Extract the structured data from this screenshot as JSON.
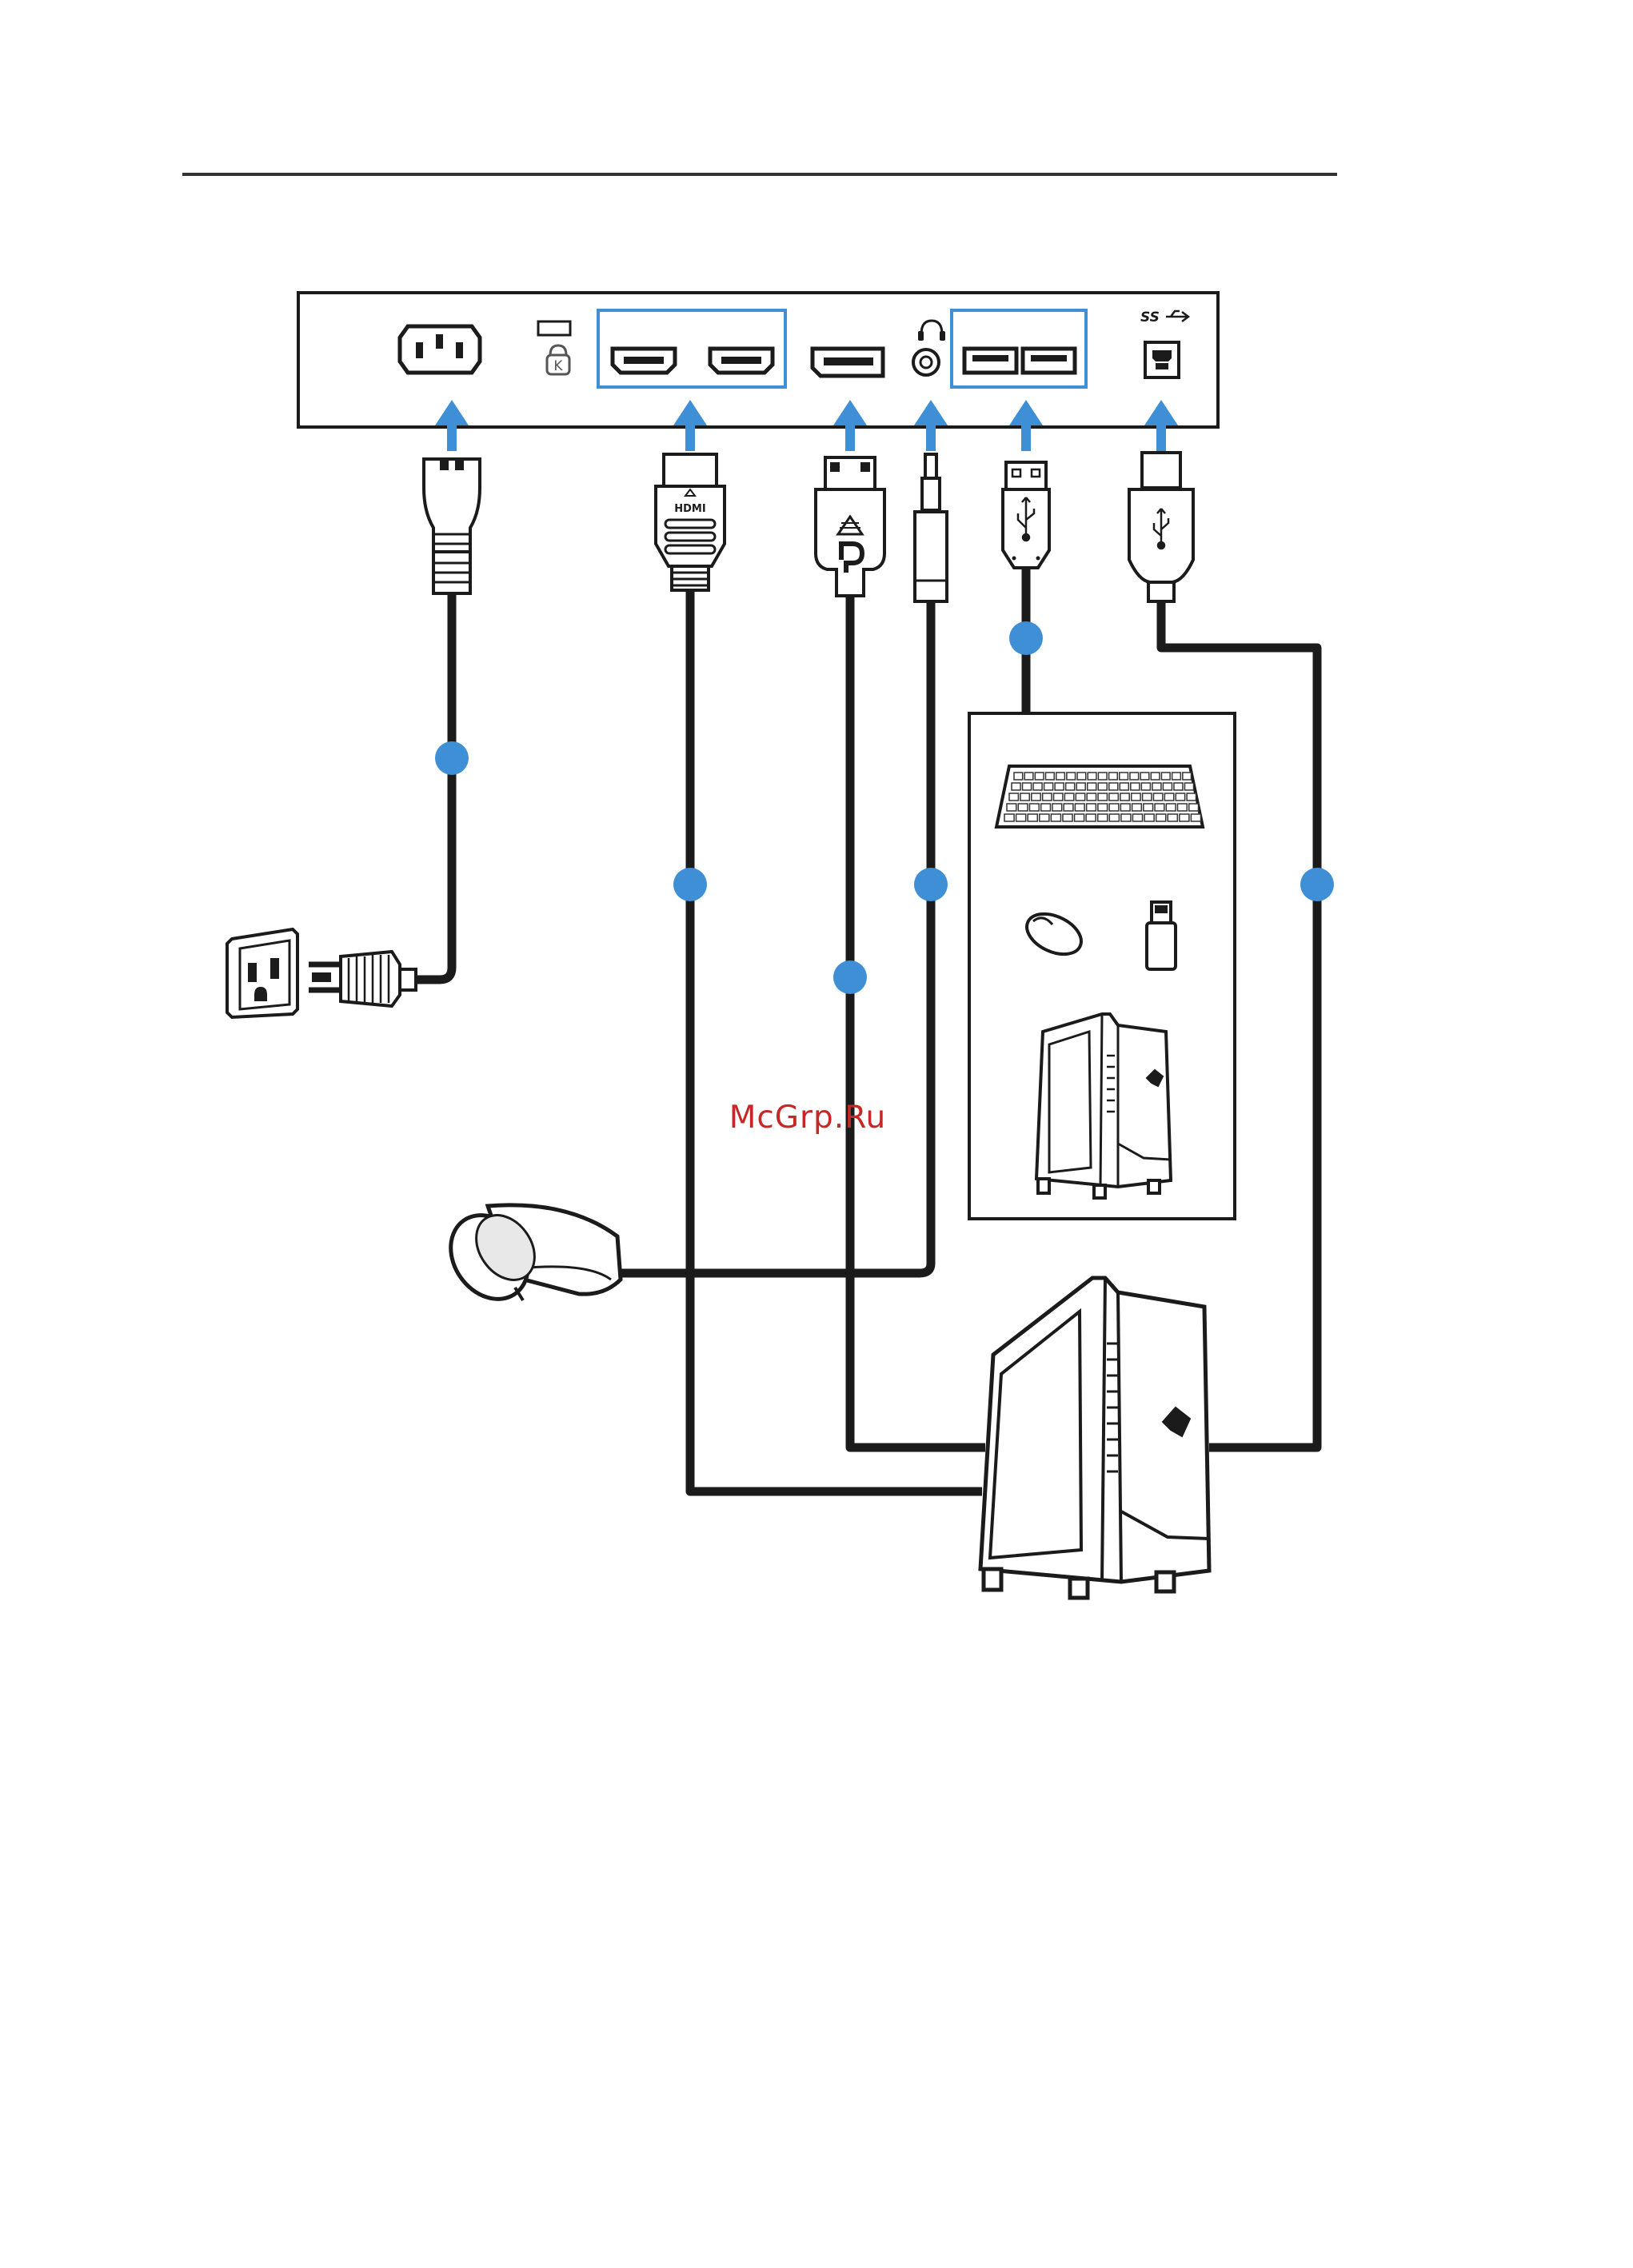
{
  "ports": {
    "power": "power-port",
    "kensington": "kensington-lock",
    "hdmi": [
      "hdmi-port-1",
      "hdmi-port-2"
    ],
    "displayport": "displayport-port",
    "audio": "headphone-jack",
    "usb_downstream": [
      "usb-a-port-1",
      "usb-a-port-2"
    ],
    "usb_upstream": "usb-b-port"
  },
  "labels": {
    "hdmi_plug": "HDMI",
    "usb_superspeed": "SS"
  },
  "watermark": "McGrp.Ru",
  "colors": {
    "accent": "#3f8fd6",
    "line": "#1b1b1b"
  },
  "icons": [
    "power-outlet-icon",
    "headphones-icon",
    "keyboard-icon",
    "mouse-icon",
    "usb-flash-drive-icon",
    "pc-tower-icon"
  ]
}
